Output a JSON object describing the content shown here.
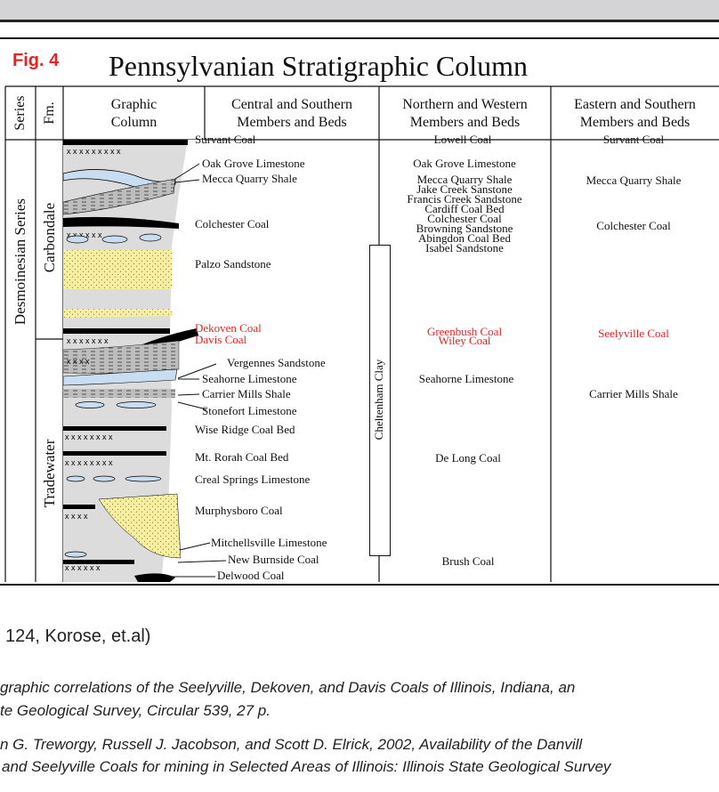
{
  "figure": {
    "label": "Fig. 4",
    "title": "Pennsylvanian Stratigraphic Column"
  },
  "headers": {
    "series": "Series",
    "formation": "Fm.",
    "graphic_line1": "Graphic",
    "graphic_line2": "Column",
    "central_line1": "Central and Southern",
    "central_line2": "Members and Beds",
    "northern_line1": "Northern and Western",
    "northern_line2": "Members and Beds",
    "eastern_line1": "Eastern and Southern",
    "eastern_line2": "Members and Beds"
  },
  "series_name": "Desmoinesian Series",
  "formations": {
    "upper": "Carbondale",
    "lower": "Tradewater"
  },
  "clay_unit": "Cheltenham Clay",
  "central_members": [
    "Survant Coal",
    "Oak Grove Limestone",
    "Mecca Quarry Shale",
    "Colchester Coal",
    "Palzo Sandstone",
    "Dekoven Coal",
    "Davis Coal",
    "Vergennes Sandstone",
    "Seahorne Limestone",
    "Carrier Mills Shale",
    "Stonefort Limestone",
    "Wise Ridge Coal Bed",
    "Mt. Rorah Coal Bed",
    "Creal Springs Limestone",
    "Murphysboro Coal",
    "Mitchellsville Limestone",
    "New Burnside Coal",
    "Delwood Coal"
  ],
  "northern_members": [
    "Lowell Coal",
    "Oak Grove Limestone",
    "Mecca Quarry Shale",
    "Jake Creek Sanstone",
    "Francis Creek Sandstone",
    "Cardiff Coal Bed",
    "Colchester Coal",
    "Browning Sandstone",
    "Abingdon Coal Bed",
    "Isabel Sandstone",
    "Greenbush Coal",
    "Wiley Coal",
    "Seahorne Limestone",
    "De Long Coal",
    "Brush Coal"
  ],
  "eastern_members": [
    "Survant Coal",
    "Mecca Quarry Shale",
    "Colchester Coal",
    "Seelyville Coal",
    "Carrier Mills Shale"
  ],
  "footer": {
    "citation": "124, Korose, et.al)",
    "ref1_line1": "graphic correlations of the Seelyville, Dekoven, and Davis Coals of Illinois, Indiana, an",
    "ref1_line2": "te Geological Survey, Circular 539, 27 p.",
    "ref2_line1": "n G. Treworgy, Russell J. Jacobson, and Scott D. Elrick, 2002, Availability of the Danvill",
    "ref2_line2": "and Seelyville Coals for mining in Selected Areas of Illinois: Illinois State Geological Survey"
  },
  "colors": {
    "highlight_red": "#e8221f",
    "sandstone": "#f6eea0",
    "shale_gray": "#bdbdbd",
    "limestone_blue": "#c9ddf0",
    "coal": "#000000"
  }
}
